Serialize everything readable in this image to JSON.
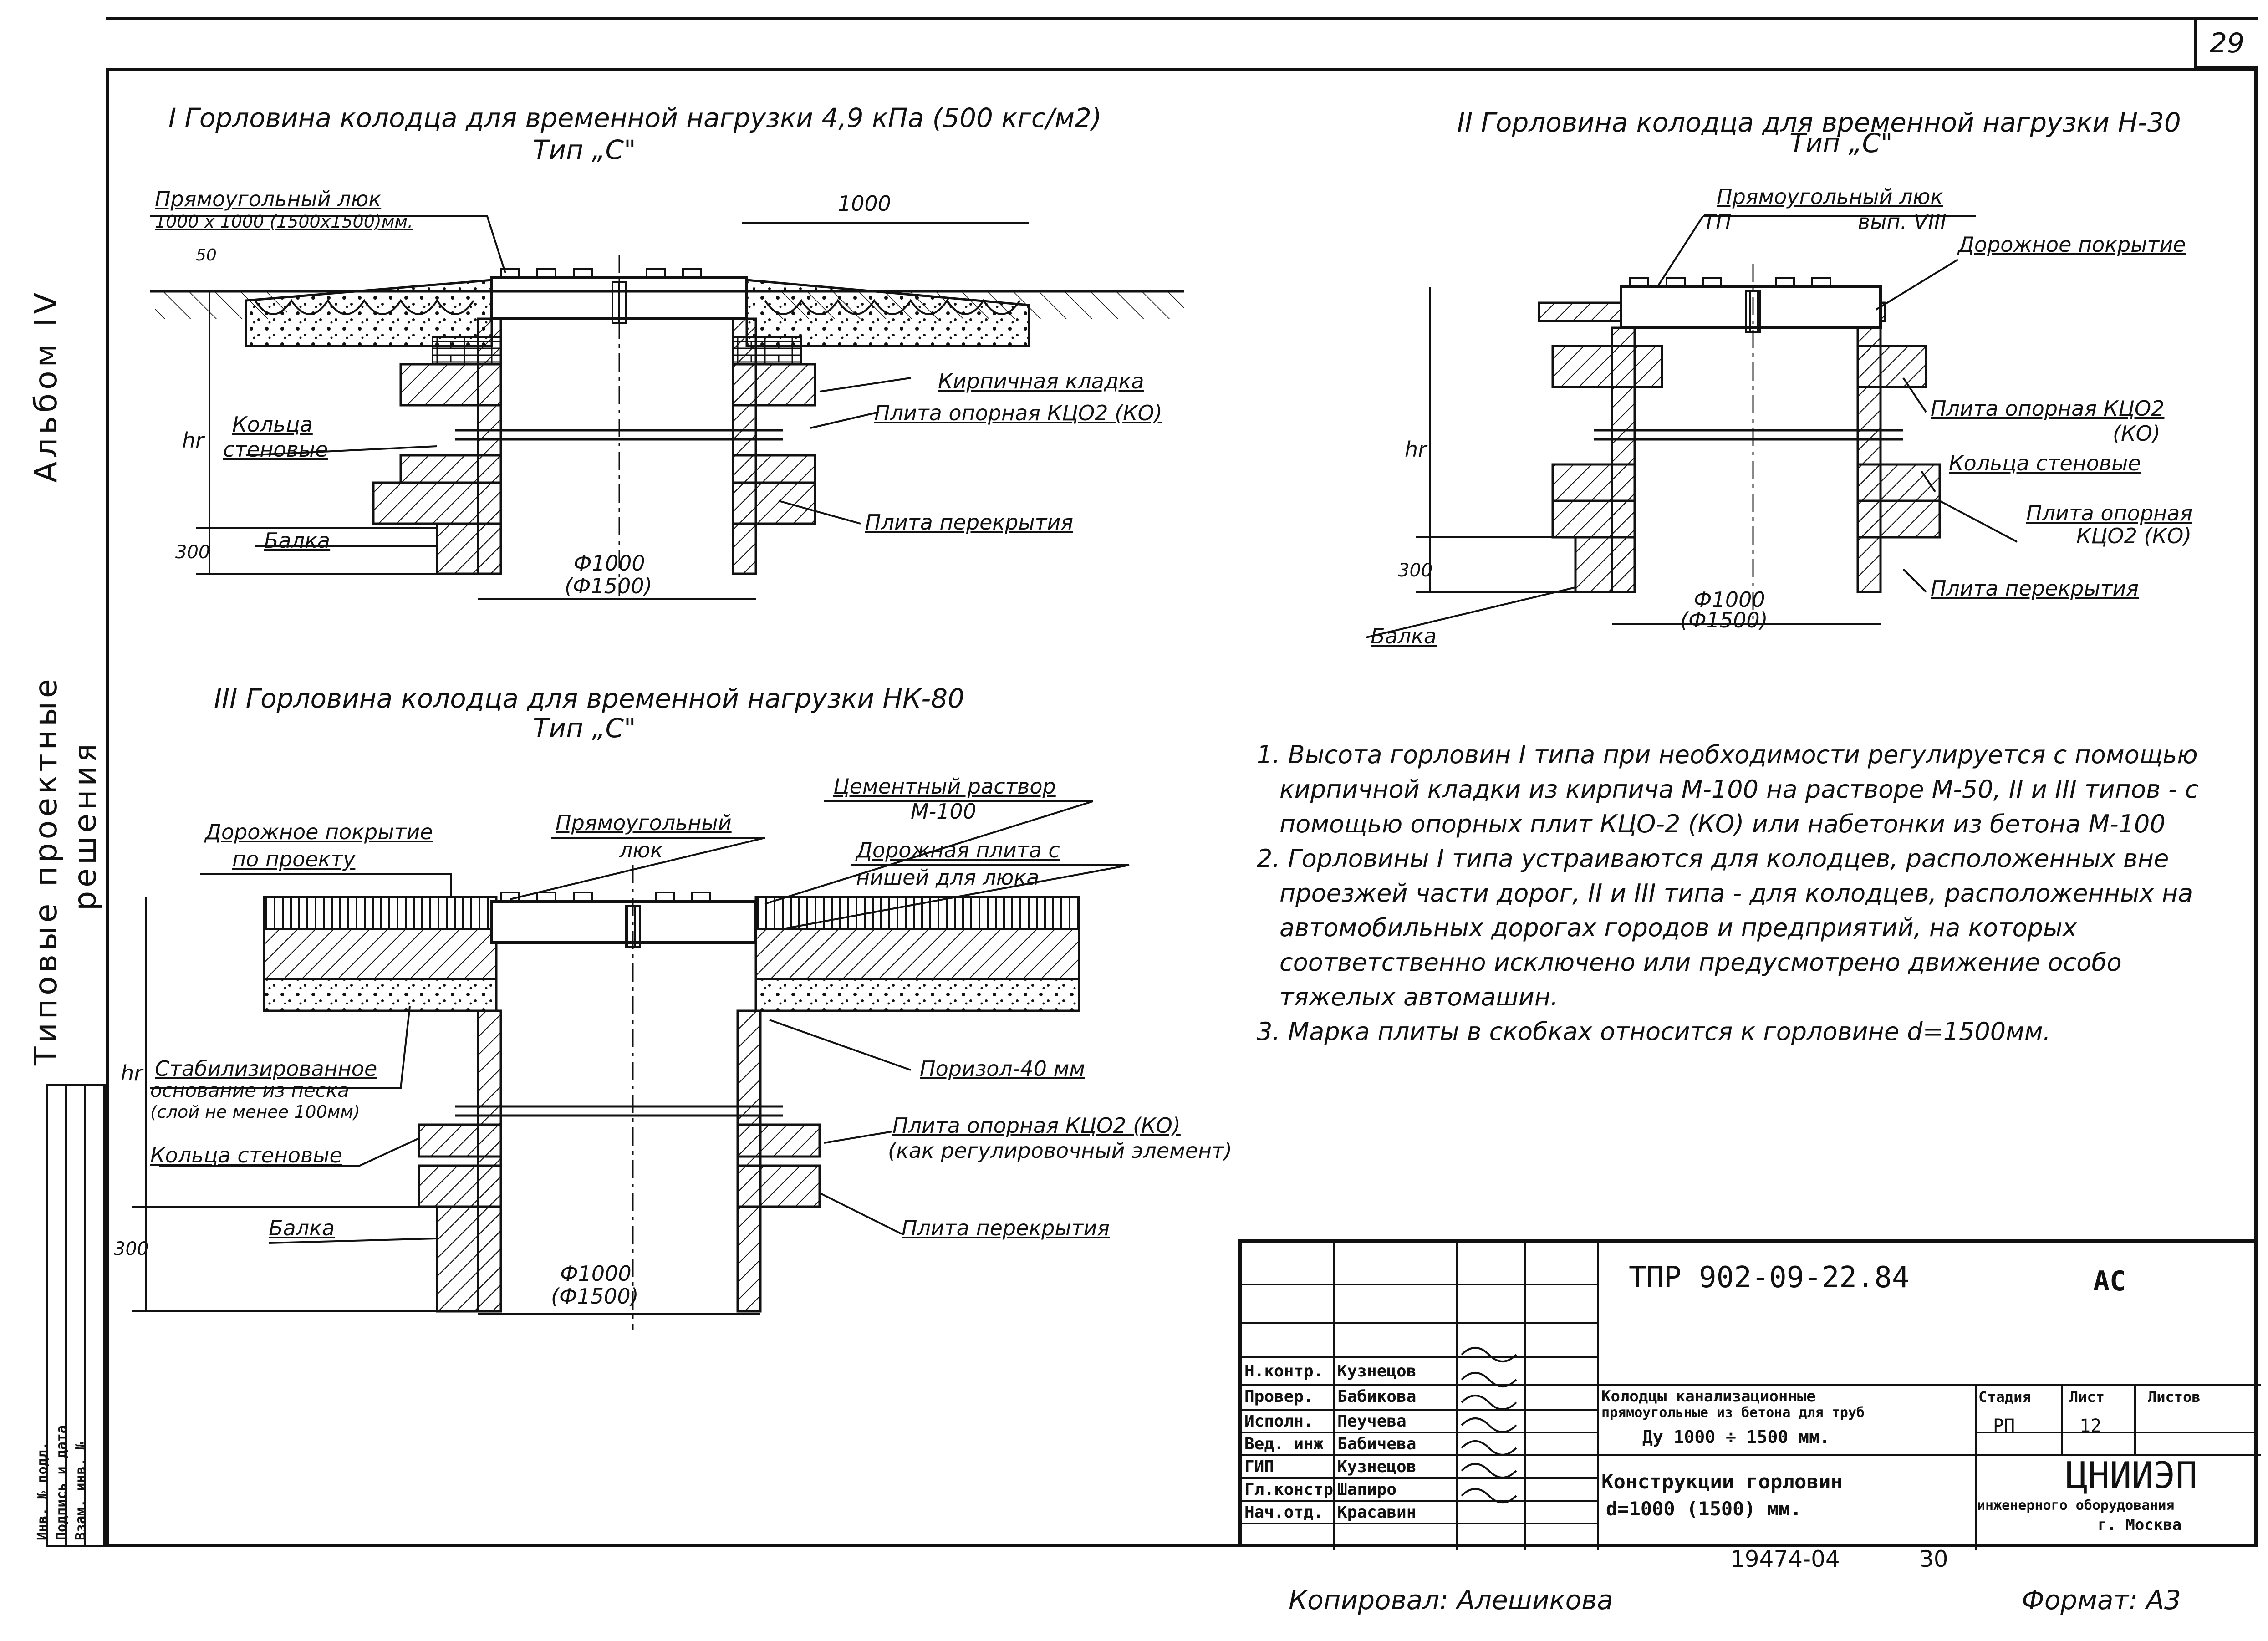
{
  "sheet_number": "29",
  "side": {
    "album": "Альбом IV",
    "series_line1": "Типовые проектные",
    "series_line2": "решения",
    "stamp_fields": [
      "Инв. № подл.",
      "Подпись и дата",
      "Взам. инв. №"
    ]
  },
  "section1": {
    "title_line1": "I Горловина колодца для временной нагрузки 4,9 кПа (500 кгс/м2)",
    "title_line2": "Тип „С\"",
    "hatch_label_line1": "Прямоугольный люк",
    "hatch_label_line2": "1000 х 1000 (1500х1500)мм.",
    "dim_top": "1000",
    "dim_50": "50",
    "brick_label": "Кирпичная кладка",
    "plate_label": "Плита опорная КЦО2 (КО)",
    "rings_label_line1": "Кольца",
    "rings_label_line2": "стеновые",
    "slab_label": "Плита перекрытия",
    "beam_label": "Балка",
    "dim_hr": "hr",
    "dim_300": "300",
    "dia_line1": "Ф1000",
    "dia_line2": "(Ф1500)"
  },
  "section2": {
    "title_line1": "II Горловина колодца для временной нагрузки Н-30",
    "title_line2": "Тип „С\"",
    "hatch_label": "Прямоугольный люк",
    "hatch_sub1": "ТП",
    "hatch_sub2": "вып. VIII",
    "road_label": "Дорожное покрытие",
    "plate_label_line1": "Плита опорная КЦО2",
    "plate_label_line2": "(КО)",
    "rings_label": "Кольца стеновые",
    "plate2_label_line1": "Плита опорная",
    "plate2_label_line2": "КЦО2 (КО)",
    "slab_label": "Плита перекрытия",
    "beam_label": "Балка",
    "dim_hr": "hr",
    "dim_300": "300",
    "dia_line1": "Ф1000",
    "dia_line2": "(Ф1500)"
  },
  "section3": {
    "title_line1": "III Горловина колодца для временной нагрузки НК-80",
    "title_line2": "Тип „С\"",
    "cement_label_line1": "Цементный раствор",
    "cement_label_line2": "М-100",
    "hatch_label_line1": "Прямоугольный",
    "hatch_label_line2": "люк",
    "road_label_line1": "Дорожное покрытие",
    "road_label_line2": "по проекту",
    "roadslab_label_line1": "Дорожная плита с",
    "roadslab_label_line2": "нишей для люка",
    "sand_label_line1": "Стабилизированное",
    "sand_label_line2": "основание из песка",
    "sand_label_line3": "(слой не менее 100мм)",
    "porizol_label": "Поризол-40 мм",
    "rings_label": "Кольца стеновые",
    "plate_label_line1": "Плита опорная КЦО2 (КО)",
    "plate_label_line2": "(как регулировочный элемент)",
    "slab_label": "Плита перекрытия",
    "beam_label": "Балка",
    "dim_hr": "hr",
    "dim_300": "300",
    "dia_line1": "Ф1000",
    "dia_line2": "(Ф1500)"
  },
  "notes": [
    "1. Высота горловин I типа при необходимости регулируется с помощью кирпичной кладки из кирпича М-100 на растворе М-50, II и III типов - с помощью опорных плит КЦО-2 (КО) или набетонки из бетона М-100",
    "2. Горловины I типа устраиваются для колодцев, расположенных вне проезжей части дорог, II и III типа - для колодцев, расположенных на автомобильных дорогах городов и предприятий, на которых соответственно исключено или предусмотрено движение особо тяжелых автомашин.",
    "3. Марка плиты в скобках относится к горловине d=1500мм."
  ],
  "title_block": {
    "doc_code": "ТПР 902-09-22.84",
    "doc_mark": "АС",
    "roles": [
      "Н.контр.",
      "Провер.",
      "Исполн.",
      "Вед. инж",
      "ГИП",
      "Гл.констр",
      "Нач.отд."
    ],
    "names": [
      "Кузнецов",
      "Бабикова",
      "Пеучева",
      "Бабичева",
      "Кузнецов",
      "Шапиро",
      "Красавин"
    ],
    "project_title_line1": "Колодцы канализационные",
    "project_title_line2": "прямоугольные из бетона для труб",
    "project_title_line3": "Ду 1000 ÷ 1500 мм.",
    "sheet_title_line1": "Конструкции горловин",
    "sheet_title_line2": "d=1000 (1500) мм.",
    "stage_header": "Стадия",
    "sheet_header": "Лист",
    "sheets_header": "Листов",
    "stage": "РП",
    "sheet": "12",
    "sheets": "",
    "org_name": "ЦНИИЭП",
    "org_line2": "инженерного оборудования",
    "org_line3": "г. Москва"
  },
  "footer": {
    "inv_number": "19474-04",
    "inv_sheet": "30",
    "copied_by": "Копировал: Алешикова",
    "format": "Формат: А3"
  }
}
